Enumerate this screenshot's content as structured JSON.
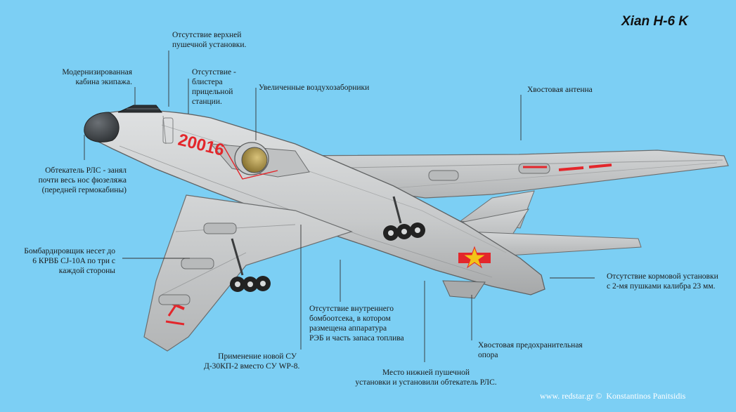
{
  "title": "Xian H-6 K",
  "tail_number": "20016",
  "credit": "www. redstar.gr ©  Konstantinos Panitsidis",
  "colors": {
    "sky": "#7ccff4",
    "fuselage": "#c9cbcc",
    "marking_red": "#e3262b",
    "star_yellow": "#f2c418",
    "radome": "#404448",
    "canopy": "#2c3134",
    "intake_gold": "#b49a4c"
  },
  "annotations": {
    "upper_gun": "Отсутствие верхней\nпушечной установки.",
    "cockpit": "Модернизированная\nкабина экипажа.",
    "blister": "Отсутствие -\nблистера\nприцельной\nстанции.",
    "intakes": "Увеличенные воздухозаборники",
    "tail_antenna": "Хвостовая антенна",
    "radome": "Обтекатель РЛС - занял\nпочти весь нос фюзеляжа\n(передней гермокабины)",
    "missiles": "Бомбардировщик несет до\n6 КРВБ CJ-10A по три с\nкаждой стороны",
    "rear_gun": "Отсутствие кормовой установки\nс 2-мя пушками калибра 23 мм.",
    "bomb_bay": "Отсутствие внутреннего\nбомбоотсека, в котором\nразмещена аппаратура\nРЭБ и часть запаса топлива",
    "engines": "Применение новой СУ\nД-30КП-2 вместо СУ WP-8.",
    "tail_support": "Хвостовая предохранительная\nопора",
    "lower_gun": "Место нижней пушечной\nустановки и установили обтекатель РЛС."
  }
}
